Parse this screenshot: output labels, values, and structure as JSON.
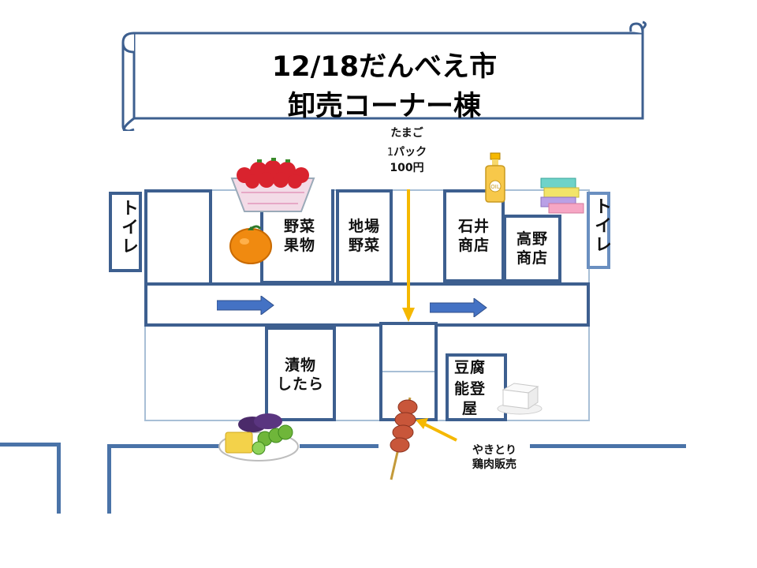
{
  "title": {
    "line1": "12/18だんべえ市",
    "line2": "卸売コーナー棟"
  },
  "toilets": {
    "left": "トイレ",
    "right": "トイレ"
  },
  "shops": {
    "vegetables_fruits": "野菜\n果物",
    "local_vegetables": "地場\n野菜",
    "ishii": "石井\n商店",
    "takano": "高野\n商店",
    "pickles_cod": "漬物\nしたら",
    "tofu_line1": "豆腐",
    "tofu_line2": "能登",
    "tofu_line3": "屋"
  },
  "annotations": {
    "eggs_line1": "たまご",
    "eggs_pack_num": "1",
    "eggs_pack": "パック",
    "eggs_price": "100円",
    "yakitori": "やきとり\n鶏肉販売"
  },
  "icons": {
    "strawberry": "strawberry-basket-icon",
    "orange": "orange-icon",
    "oil": "oil-bottle-icon",
    "tissue": "tissue-boxes-icon",
    "pickles": "pickles-plate-icon",
    "yakitori": "yakitori-skewer-icon",
    "tofu": "tofu-icon",
    "oil_label": "OIL"
  },
  "colors": {
    "wall": "#3d5f8f",
    "light_wall": "#a8bfd6",
    "arrow_blue": "#4472c4",
    "arrow_yellow": "#f5b800"
  }
}
